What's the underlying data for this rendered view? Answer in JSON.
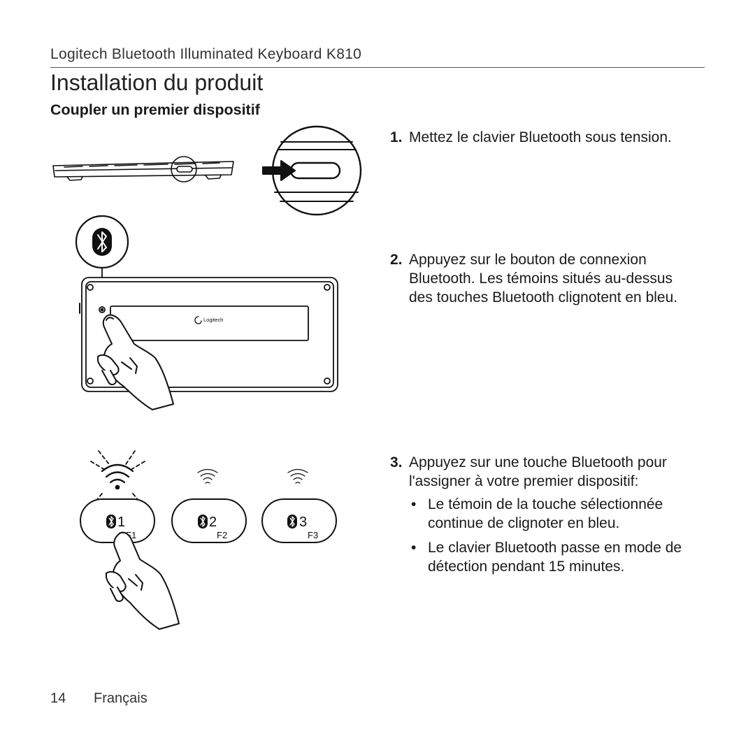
{
  "header": {
    "title": "Logitech Bluetooth Illuminated Keyboard K810"
  },
  "section": {
    "title": "Installation du produit",
    "subtitle": "Coupler un premier dispositif"
  },
  "steps": [
    {
      "number": "1.",
      "text": "Mettez le clavier Bluetooth sous tension."
    },
    {
      "number": "2.",
      "text": "Appuyez sur le bouton de connexion Bluetooth. Les témoins situés au-dessus des touches Bluetooth clignotent en bleu."
    },
    {
      "number": "3.",
      "text": "Appuyez sur une touche Bluetooth pour l'assigner à votre premier dispositif:",
      "bullets": [
        "Le témoin de la touche sélectionnée continue de clignoter en bleu.",
        "Le clavier Bluetooth passe en mode de détection pendant 15 minutes."
      ]
    }
  ],
  "bullet_symbol": "•",
  "illustration": {
    "keyboard_logo": "Logitech",
    "keys": [
      {
        "number": "1",
        "fkey": "F1"
      },
      {
        "number": "2",
        "fkey": "F2"
      },
      {
        "number": "3",
        "fkey": "F3"
      }
    ]
  },
  "footer": {
    "page_number": "14",
    "language": "Français"
  }
}
